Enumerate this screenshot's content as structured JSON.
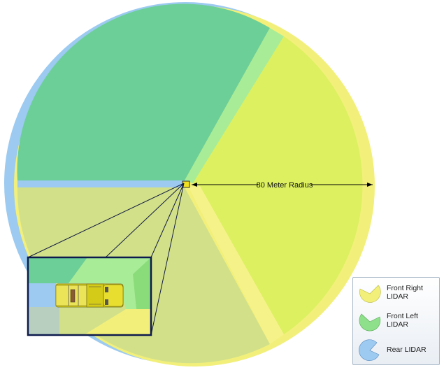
{
  "radius_label": "80 Meter Radius",
  "legend": [
    {
      "line1": "Front Right",
      "line2": "LIDAR",
      "color": "#f2f07a"
    },
    {
      "line1": "Front Left",
      "line2": "LIDAR",
      "color": "#8fe08a"
    },
    {
      "line1": "Rear LIDAR",
      "line2": "",
      "color": "#9ccaf0"
    }
  ],
  "colors": {
    "rear_lidar": "#9ccaf0",
    "front_left_lidar": "#6cd49a",
    "front_right_lidar": "#dcf060",
    "overlap_rear_front_right": "#d2e08a",
    "overlap_front_left_right": "#a8ec98",
    "inset_border": "#0d1a4d",
    "vehicle": "#e0d820"
  }
}
